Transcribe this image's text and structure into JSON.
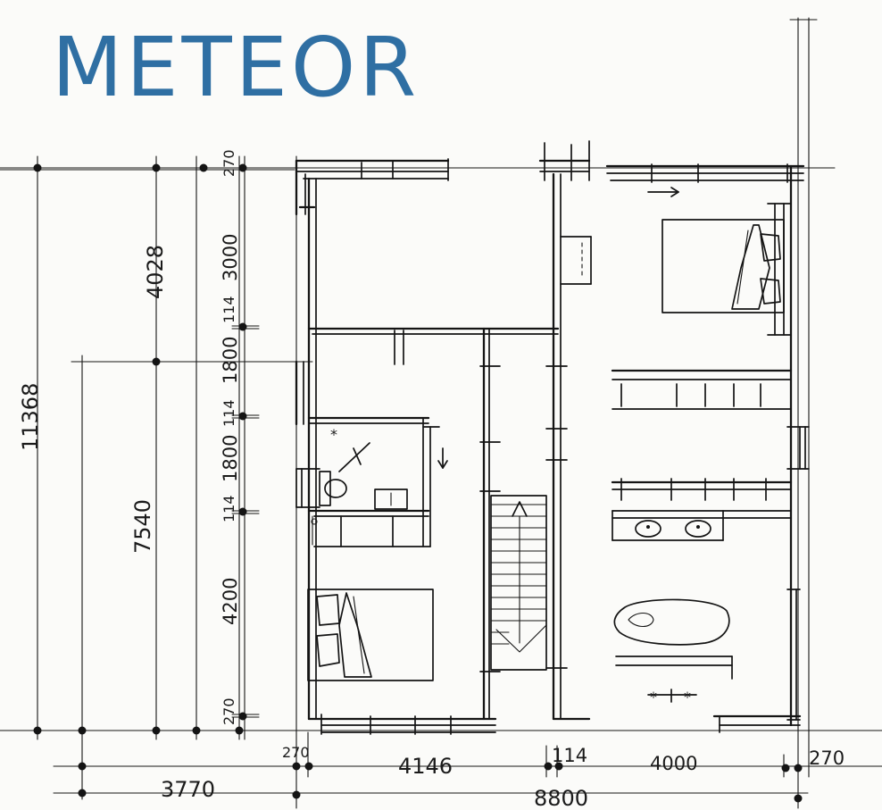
{
  "brand": {
    "name": "METEOR",
    "color": "#2f6fa3"
  },
  "dimensions": {
    "left_total": "11368",
    "left_upper": "4028",
    "left_lower": "7540",
    "vertical": [
      "270",
      "3000",
      "114",
      "1800",
      "114",
      "1800",
      "114",
      "4200",
      "270"
    ],
    "bottom_row1": [
      "270",
      "4146",
      "114",
      "4000",
      "270"
    ],
    "bottom_row2_left": "3770",
    "bottom_total": "8800"
  },
  "ink_color": "#141414"
}
